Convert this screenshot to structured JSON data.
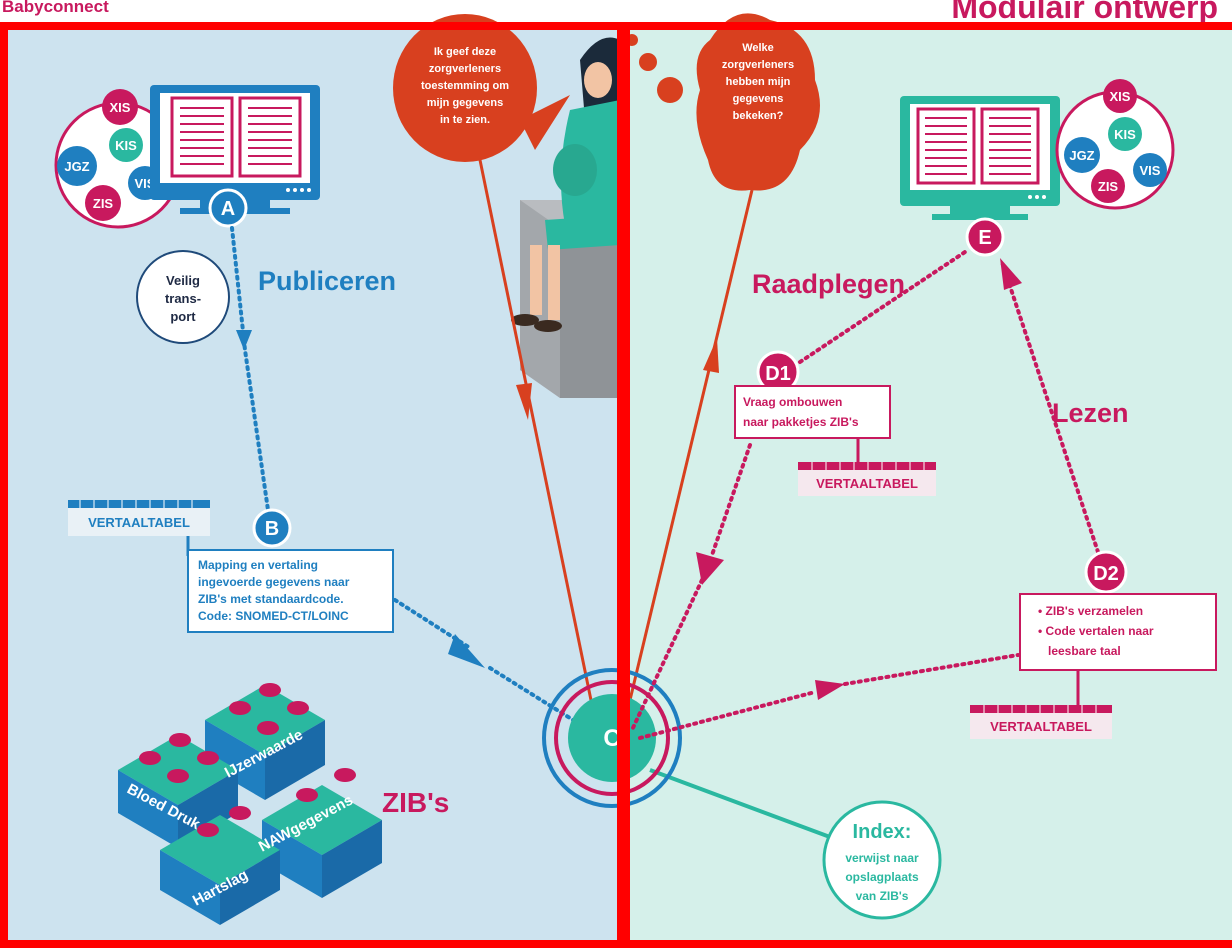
{
  "header": {
    "brand": "Babyconnect",
    "title": "Modulair ontwerp"
  },
  "left": {
    "systems": [
      "XIS",
      "KIS",
      "JGZ",
      "VIS",
      "ZIS"
    ],
    "node_a": "A",
    "transport_lines": [
      "Veilig",
      "trans-",
      "port"
    ],
    "publish_label": "Publiceren",
    "vertaaltabel": "VERTAALTABEL",
    "node_b": "B",
    "mapping_lines": [
      "Mapping en vertaling",
      "ingevoerde gegevens naar",
      "ZIB's met standaardcode.",
      "Code: SNOMED-CT/LOINC"
    ],
    "blocks": [
      "IJzerwaarde",
      "Bloed Druk",
      "NAWgegevens",
      "Hartslag"
    ],
    "zibs_label": "ZIB's"
  },
  "center": {
    "bubble_left_lines": [
      "Ik geef deze",
      "zorgverleners",
      "toestemming om",
      "mijn gegevens",
      "in te zien."
    ],
    "bubble_right_lines": [
      "Welke",
      "zorgverleners",
      "hebben mijn",
      "gegevens",
      "bekeken?"
    ],
    "hub_letter": "C"
  },
  "right": {
    "systems": [
      "XIS",
      "KIS",
      "JGZ",
      "VIS",
      "ZIS"
    ],
    "node_e": "E",
    "raadplegen_label": "Raadplegen",
    "node_d1": "D1",
    "d1_lines": [
      "Vraag ombouwen",
      "naar pakketjes ZIB's"
    ],
    "vertaaltabel_1": "VERTAALTABEL",
    "lezen_label": "Lezen",
    "node_d2": "D2",
    "d2_lines": [
      "• ZIB's verzamelen",
      "• Code vertalen naar",
      "leesbare taal"
    ],
    "vertaaltabel_2": "VERTAALTABEL",
    "index_title": "Index:",
    "index_lines": [
      "verwijst naar",
      "opslagplaats",
      "van ZIB's"
    ]
  },
  "colors": {
    "left_bg": "#cde3ef",
    "right_bg": "#d5f0ea",
    "blue": "#1f7fc0",
    "magenta": "#c8195e",
    "teal": "#2ab8a0",
    "orange_red": "#d8401f",
    "frame_red": "#ff0000"
  }
}
